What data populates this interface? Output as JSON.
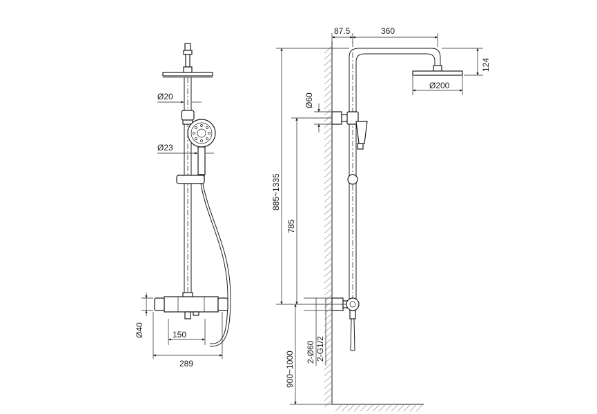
{
  "front_view": {
    "dim_bar_diameter": "Ø20",
    "dim_handset_diameter": "Ø23",
    "dim_valve_diameter": "Ø40",
    "dim_inlet_spacing": "150",
    "dim_total_width": "289"
  },
  "side_view": {
    "dim_wall_offset": "87.5",
    "dim_arm_length": "360",
    "dim_head_drop": "124",
    "dim_head_diameter": "Ø200",
    "dim_bracket_diameter": "Ø60",
    "dim_height_range": "885~1335",
    "dim_bar_height": "785",
    "dim_floor_height": "900~1000",
    "dim_cover_diameter": "2-Ø60",
    "dim_thread": "2-G1/2"
  },
  "colors": {
    "line": "#1a1a1a",
    "wall_hatch": "#9a9a9a",
    "background": "#ffffff"
  }
}
